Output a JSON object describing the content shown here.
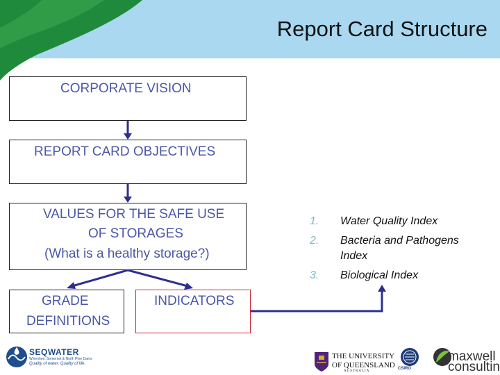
{
  "slide_title": "Report Card Structure",
  "boxes": {
    "corporate_vision": "CORPORATE VISION",
    "objectives": "REPORT CARD OBJECTIVES",
    "values_line1": "VALUES FOR THE SAFE USE",
    "values_line2": "OF STORAGES",
    "values_line3": "(What is a healthy storage?)",
    "grade_line1": "GRADE",
    "grade_line2": "DEFINITIONS",
    "indicators": "INDICATORS"
  },
  "indices": [
    {
      "num": "1.",
      "line1": "Water Quality Index",
      "line2": ""
    },
    {
      "num": "2.",
      "line1": "Bacteria and Pathogens",
      "line2": "Index"
    },
    {
      "num": "3.",
      "line1": "Biological Index",
      "line2": ""
    }
  ],
  "logos": {
    "seqwater": {
      "name": "SEQWATER",
      "sub1": "Wivenhoe, Somerset & North Pine Dams",
      "sub2": "Quality of water. Quality of life."
    },
    "uq": {
      "line1": "THE UNIVERSITY",
      "line2": "OF QUEENSLAND",
      "line3": "AUSTRALIA"
    },
    "csiro": "CSIRO",
    "maxwell": {
      "line1": "maxwell",
      "line2": "consulting"
    }
  },
  "colors": {
    "box_text": "#4a57a6",
    "arrow": "#2e2f8c",
    "indicators_border": "#cc2233",
    "index_number": "#7fb6c8",
    "header_sky": "#a9d8f0",
    "header_green": "#1f8a3c"
  }
}
